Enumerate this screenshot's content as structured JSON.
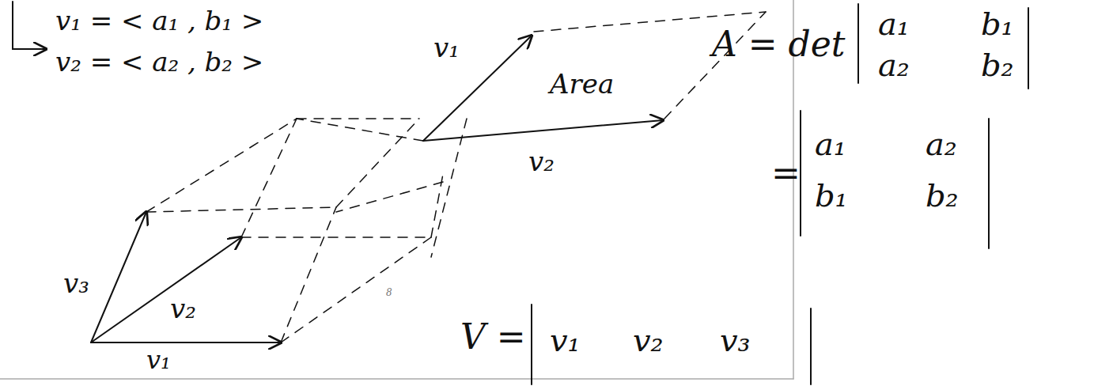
{
  "diagram": {
    "labels": [
      "v₁ = < a₁ , b₁ >",
      "v₂ = < a₂ , b₂ >",
      "v₁",
      "Area",
      "v₂",
      "A = det",
      "a₁",
      "b₁",
      "a₂",
      "b₂",
      "=",
      "a₁",
      "a₂",
      "b₁",
      "b₂",
      "v₃",
      "v₂",
      "v₁",
      "8",
      "V =",
      "v₁",
      "v₂",
      "v₃"
    ]
  }
}
